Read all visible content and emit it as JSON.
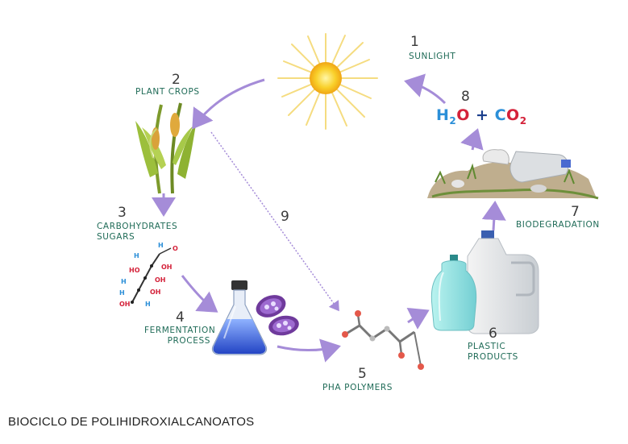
{
  "steps": [
    {
      "number": "1",
      "label": "SUNLIGHT"
    },
    {
      "number": "2",
      "label": "PLANT CROPS"
    },
    {
      "number": "3",
      "label_line1": "CARBOHYDRATES",
      "label_line2": "SUGARS"
    },
    {
      "number": "4",
      "label_line1": "FERMENTATION",
      "label_line2": "PROCESS"
    },
    {
      "number": "5",
      "label": "PHA POLYMERS"
    },
    {
      "number": "6",
      "label_line1": "PLASTIC",
      "label_line2": "PRODUCTS"
    },
    {
      "number": "7",
      "label": "BIODEGRADATION"
    },
    {
      "number": "8"
    },
    {
      "number": "9"
    }
  ],
  "formula": {
    "h": "H",
    "h_sub": "2",
    "o": "O",
    "plus": "+",
    "c": "C",
    "o2": "O",
    "o2_sub": "2"
  },
  "molecule_labels": {
    "oh": "OH",
    "ho": "HO",
    "h": "H",
    "o": "O"
  },
  "caption": "BIOCICLO DE POLIHIDROXIALCANOATOS",
  "colors": {
    "arrow": "#a58cd8",
    "label": "#1f6b57",
    "sun": "#f7c21b",
    "flask": "#3f6de0"
  }
}
